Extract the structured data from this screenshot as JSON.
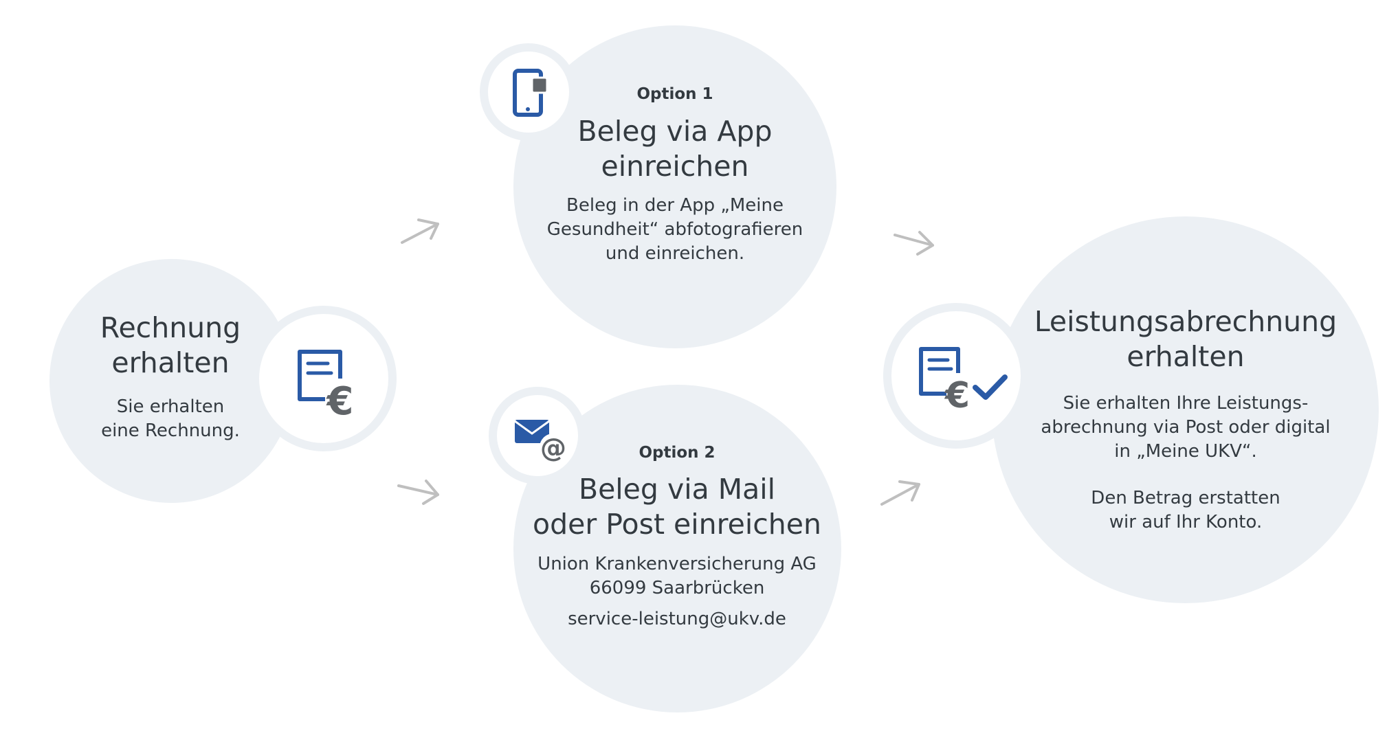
{
  "steps": {
    "receive": {
      "title": [
        "Rechnung",
        "erhalten"
      ],
      "body": [
        "Sie erhalten",
        "eine Rechnung."
      ],
      "icon": "invoice-euro-icon"
    },
    "option1": {
      "label": "Option 1",
      "title": [
        "Beleg via App",
        "einreichen"
      ],
      "body": [
        "Beleg in der App „Meine",
        "Gesundheit“ abfotografieren",
        "und einreichen."
      ],
      "icon": "smartphone-icon"
    },
    "option2": {
      "label": "Option 2",
      "title": [
        "Beleg via Mail",
        "oder Post einreichen"
      ],
      "address": [
        "Union Krankenversicherung AG",
        "66099 Saarbrücken"
      ],
      "email": "service-leistung@ukv.de",
      "icon": "mail-at-icon"
    },
    "result": {
      "title": [
        "Leistungsabrechnung",
        "erhalten"
      ],
      "body": [
        "Sie erhalten Ihre Leistungs-",
        "abrechnung via Post oder digital",
        "in „Meine UKV“."
      ],
      "body2": [
        "Den Betrag erstatten",
        "wir auf Ihr Konto."
      ],
      "icon": "invoice-euro-check-icon"
    }
  },
  "colors": {
    "circle": "#ecf0f4",
    "icon_blue": "#2a5aa6",
    "icon_gray": "#606468",
    "arrow": "#bfbfbf",
    "text": "#333a40"
  }
}
